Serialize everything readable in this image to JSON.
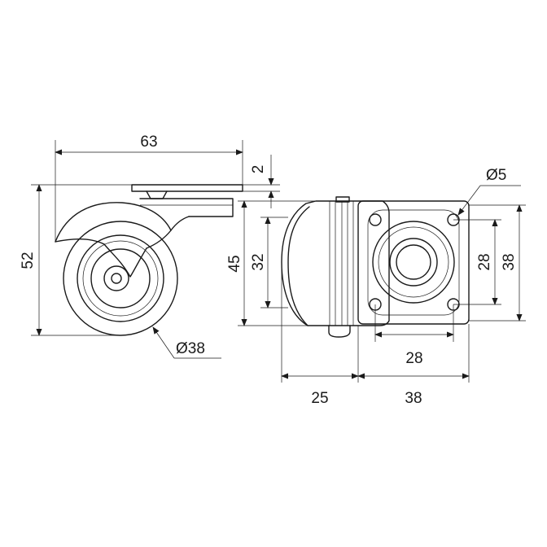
{
  "dimensions": {
    "width_overall": "63",
    "plate_thickness": "2",
    "height_overall": "52",
    "wheel_diameter": "Ø38",
    "height_side": "45",
    "height_inner": "32",
    "hole_diameter": "Ø5",
    "hole_spacing_v": "28",
    "plate_height": "38",
    "hole_spacing_h": "28",
    "offset": "25",
    "plate_width": "38"
  },
  "colors": {
    "line": "#1a1a1a",
    "background": "#ffffff"
  }
}
